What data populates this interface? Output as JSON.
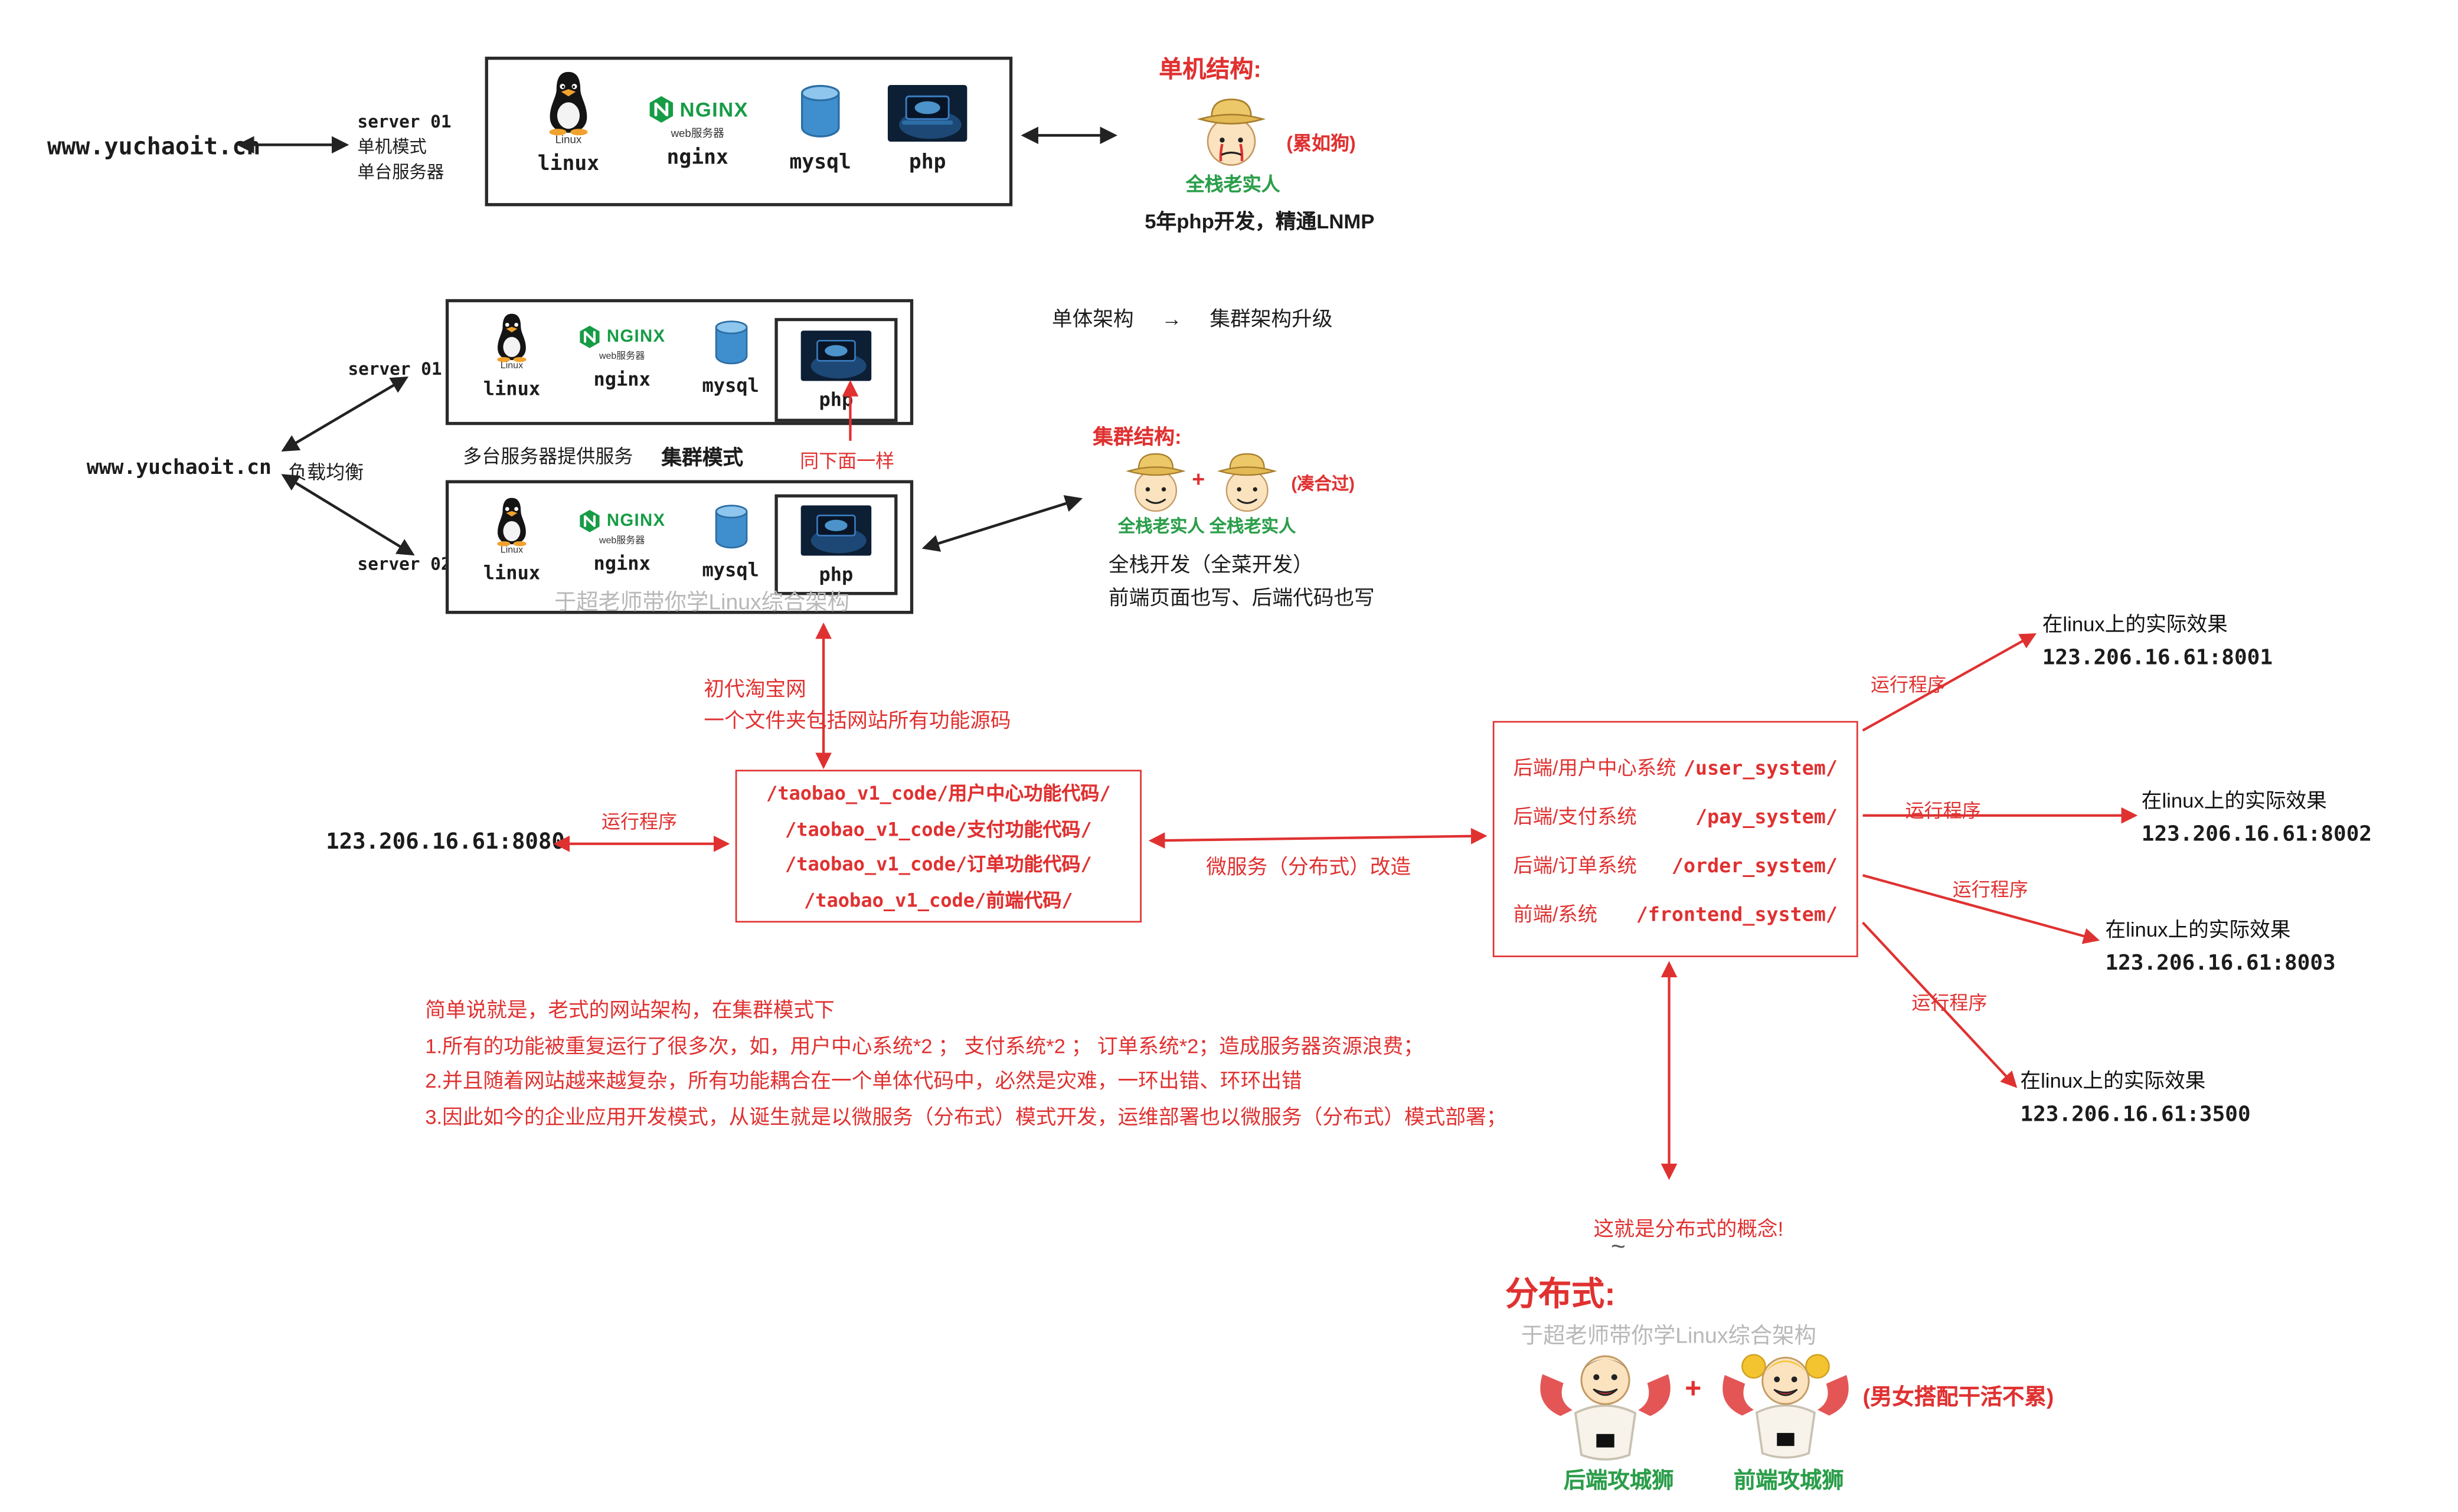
{
  "watermark": "于超老师带你学Linux综合架构",
  "stack": {
    "linux_logo_text": "Linux",
    "nginx_logo_text": "NGINX",
    "nginx_note": "web服务器",
    "linux": "linux",
    "nginx": "nginx",
    "mysql": "mysql",
    "php": "php"
  },
  "single": {
    "domain": "www.yuchaoit.cn",
    "server_line1": "server 01",
    "server_line2": "单机模式",
    "server_line3": "单台服务器",
    "title": "单机结构:",
    "tired_note": "(累如狗)",
    "person": "全栈老实人",
    "desc": "5年php开发，精通LNMP"
  },
  "cluster": {
    "domain": "www.yuchaoit.cn",
    "lb_label": "负载均衡",
    "server1": "server 01",
    "server2": "server 02",
    "caption_multi": "多台服务器提供服务",
    "caption_mode": "集群模式",
    "same_as_below": "同下面一样",
    "upgrade_from": "单体架构",
    "upgrade_arrow": "→",
    "upgrade_to": "集群架构升级",
    "title": "集群结构:",
    "plus": "+",
    "makeshift_note": "(凑合过)",
    "person1": "全栈老实人",
    "person2": "全栈老实人",
    "desc1": "全栈开发（全菜开发）",
    "desc2": "前端页面也写、后端代码也写"
  },
  "taobao": {
    "intro1": "初代淘宝网",
    "intro2": "一个文件夹包括网站所有功能源码",
    "ip": "123.206.16.61:8080",
    "run_label": "运行程序",
    "code_lines": [
      "/taobao_v1_code/用户中心功能代码/",
      "/taobao_v1_code/支付功能代码/",
      "/taobao_v1_code/订单功能代码/",
      "/taobao_v1_code/前端代码/"
    ],
    "refactor_label": "微服务（分布式）改造"
  },
  "micro": {
    "rows": [
      {
        "name": "后端/用户中心系统",
        "path": "/user_system/"
      },
      {
        "name": "后端/支付系统",
        "path": "/pay_system/"
      },
      {
        "name": "后端/订单系统",
        "path": "/order_system/"
      },
      {
        "name": "前端/系统",
        "path": "/frontend_system/"
      }
    ],
    "run_label": "运行程序",
    "result_caption": "在linux上的实际效果",
    "results": [
      "123.206.16.61:8001",
      "123.206.16.61:8002",
      "123.206.16.61:8003",
      "123.206.16.61:3500"
    ]
  },
  "summary": {
    "line1": "简单说就是，老式的网站架构，在集群模式下",
    "line2": "1.所有的功能被重复运行了很多次，如，用户中心系统*2 ；   支付系统*2 ；   订单系统*2；造成服务器资源浪费；",
    "line3": "2.并且随着网站越来越复杂，所有功能耦合在一个单体代码中，必然是灾难，一环出错、环环出错",
    "line4": "3.因此如今的企业应用开发模式，从诞生就是以微服务（分布式）模式开发，运维部署也以微服务（分布式）模式部署；"
  },
  "distributed": {
    "concept": "这就是分布式的概念!",
    "squiggle": "~",
    "title": "分布式:",
    "plus": "+",
    "note": "(男女搭配干活不累)",
    "backend_label": "后端攻城狮",
    "frontend_label": "前端攻城狮"
  },
  "colors": {
    "red": "#e03131",
    "green": "#2b9e4a",
    "watermark": "#b8b8b8"
  }
}
